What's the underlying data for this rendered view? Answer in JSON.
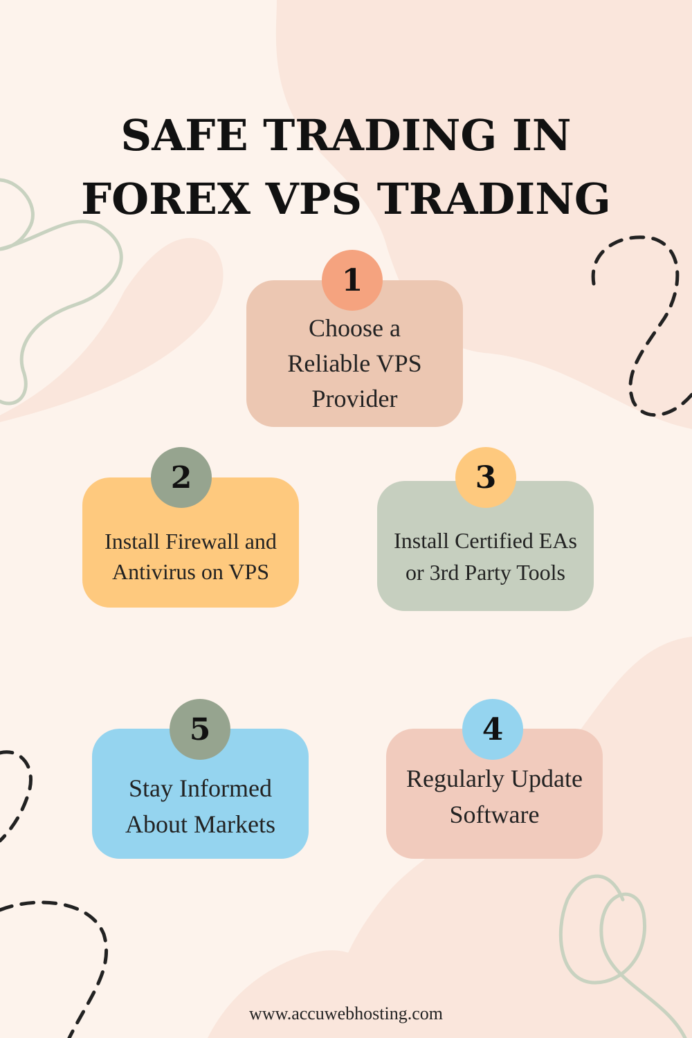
{
  "title": {
    "line1": "SAFE TRADING IN",
    "line2": "FOREX VPS TRADING"
  },
  "steps": [
    {
      "number": "1",
      "label_lines": [
        "Choose a",
        "Reliable VPS",
        "Provider"
      ]
    },
    {
      "number": "2",
      "label_lines": [
        "Install Firewall and",
        "Antivirus on VPS"
      ]
    },
    {
      "number": "3",
      "label_lines": [
        "Install Certified EAs",
        "or 3rd Party Tools"
      ]
    },
    {
      "number": "4",
      "label_lines": [
        "Regularly Update",
        "Software"
      ]
    },
    {
      "number": "5",
      "label_lines": [
        "Stay Informed",
        "About Markets"
      ]
    }
  ],
  "footer": {
    "url": "www.accuwebhosting.com"
  },
  "colors": {
    "background": "#fdf3ec",
    "blob": "#fae6dc",
    "squiggle_green": "#c8d2c0",
    "dashes": "#222222",
    "step1_card": "#ecc7b2",
    "step1_badge": "#f5a37f",
    "step2_card": "#fec97e",
    "step2_badge": "#96a48f",
    "step3_card": "#c6cfbf",
    "step3_badge": "#fec97e",
    "step4_card": "#f1cbbd",
    "step4_badge": "#95d4ef",
    "step5_card": "#95d4ef",
    "step5_badge": "#96a48f"
  }
}
